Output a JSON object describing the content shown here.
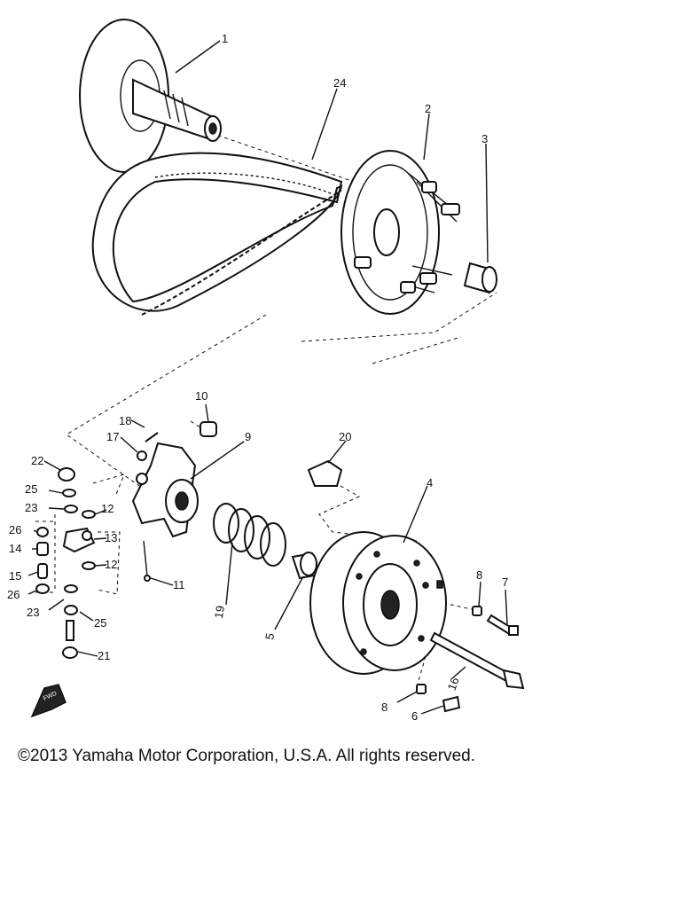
{
  "callouts": [
    {
      "id": "c1",
      "text": "1"
    },
    {
      "id": "c24",
      "text": "24"
    },
    {
      "id": "c2",
      "text": "2"
    },
    {
      "id": "c3",
      "text": "3"
    },
    {
      "id": "c10",
      "text": "10"
    },
    {
      "id": "c18",
      "text": "18"
    },
    {
      "id": "c17",
      "text": "17"
    },
    {
      "id": "c9",
      "text": "9"
    },
    {
      "id": "c20",
      "text": "20"
    },
    {
      "id": "c22",
      "text": "22"
    },
    {
      "id": "c25a",
      "text": "25"
    },
    {
      "id": "c23a",
      "text": "23"
    },
    {
      "id": "c12a",
      "text": "12"
    },
    {
      "id": "c26a",
      "text": "26"
    },
    {
      "id": "c13",
      "text": "13"
    },
    {
      "id": "c14",
      "text": "14"
    },
    {
      "id": "c12b",
      "text": "12"
    },
    {
      "id": "c15",
      "text": "15"
    },
    {
      "id": "c26b",
      "text": "26"
    },
    {
      "id": "c11",
      "text": "11"
    },
    {
      "id": "c23b",
      "text": "23"
    },
    {
      "id": "c25b",
      "text": "25"
    },
    {
      "id": "c21",
      "text": "21"
    },
    {
      "id": "c19",
      "text": "19"
    },
    {
      "id": "c5",
      "text": "5"
    },
    {
      "id": "c4",
      "text": "4"
    },
    {
      "id": "c8a",
      "text": "8"
    },
    {
      "id": "c7",
      "text": "7"
    },
    {
      "id": "c16",
      "text": "16"
    },
    {
      "id": "c8b",
      "text": "8"
    },
    {
      "id": "c6",
      "text": "6"
    }
  ],
  "fwd_label": "FWD",
  "copyright": "©2013 Yamaha Motor Corporation, U.S.A. All rights reserved."
}
